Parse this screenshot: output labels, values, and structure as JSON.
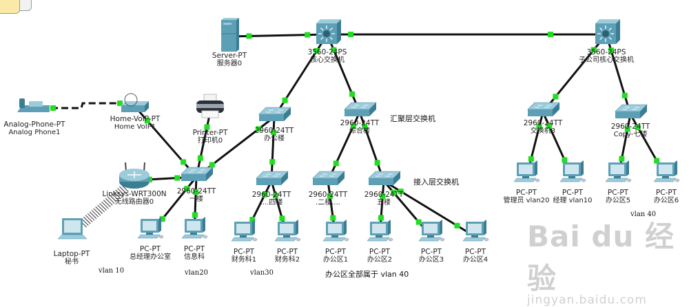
{
  "colors": {
    "link": "#111111",
    "port": "#22dd22",
    "device": "#5d9fb5",
    "device_dark": "#3b7d93",
    "device_light": "#9ccbdb",
    "background": "#ffffff"
  },
  "devices": [
    {
      "id": "server",
      "type": "server",
      "model": "Server-PT",
      "name": "服务器0"
    },
    {
      "id": "core1",
      "type": "multilayer-switch",
      "model": "3560-24PS",
      "name": "核心交换机"
    },
    {
      "id": "core2",
      "type": "multilayer-switch",
      "model": "3560-24PS",
      "name": "子公司核心交换机"
    },
    {
      "id": "phone",
      "type": "analog-phone",
      "model": "Analog-Phone-PT",
      "name": "Analog Phone1"
    },
    {
      "id": "voip",
      "type": "home-voip",
      "model": "Home-VoIP-PT",
      "name": "Home VoIP1"
    },
    {
      "id": "printer",
      "type": "printer",
      "model": "Printer-PT",
      "name": "打印机0"
    },
    {
      "id": "agg_office",
      "type": "switch",
      "model": "2960-24TT",
      "name": "办公楼"
    },
    {
      "id": "agg_complex",
      "type": "switch",
      "model": "2960-24TT",
      "name": "综合楼"
    },
    {
      "id": "agg_sw3",
      "type": "switch",
      "model": "2960-24TT",
      "name": "交换机3"
    },
    {
      "id": "agg_copy7",
      "type": "switch",
      "model": "2960-24TT",
      "name": "Copy-七楼"
    },
    {
      "id": "acc_floor1",
      "type": "switch",
      "model": "2960-24TT",
      "name": "一楼"
    },
    {
      "id": "acc_floor4",
      "type": "switch",
      "model": "2960-24TT",
      "name": "....四楼"
    },
    {
      "id": "acc_floor2",
      "type": "switch",
      "model": "2960-24TT",
      "name": ".二楼...."
    },
    {
      "id": "acc_floor5",
      "type": "switch",
      "model": "2960-24TT",
      "name": "五楼"
    },
    {
      "id": "router",
      "type": "wireless-router",
      "model": "Linksys-WRT300N",
      "name": "无线路由器0"
    },
    {
      "id": "laptop",
      "type": "laptop",
      "model": "Laptop-PT",
      "name": "秘书"
    },
    {
      "id": "pc_gm",
      "type": "pc",
      "model": "PC-PT",
      "name": "总经理办公室"
    },
    {
      "id": "pc_info",
      "type": "pc",
      "model": "PC-PT",
      "name": "信息科"
    },
    {
      "id": "pc_fin1",
      "type": "pc",
      "model": "PC-PT",
      "name": "财务科1"
    },
    {
      "id": "pc_fin2",
      "type": "pc",
      "model": "PC-PT",
      "name": "财务科2"
    },
    {
      "id": "pc_off1",
      "type": "pc",
      "model": "PC-PT",
      "name": "办公区1"
    },
    {
      "id": "pc_off2",
      "type": "pc",
      "model": "PC-PT",
      "name": "办公区2"
    },
    {
      "id": "pc_off3",
      "type": "pc",
      "model": "PC-PT",
      "name": "办公区3"
    },
    {
      "id": "pc_off4",
      "type": "pc",
      "model": "PC-PT",
      "name": "办公区4"
    },
    {
      "id": "pc_admin",
      "type": "pc",
      "model": "PC-PT",
      "name": "管理员 vlan20"
    },
    {
      "id": "pc_mgr",
      "type": "pc",
      "model": "PC-PT",
      "name": "经理 vlan10"
    },
    {
      "id": "pc_off5",
      "type": "pc",
      "model": "PC-PT",
      "name": "办公区5"
    },
    {
      "id": "pc_off6",
      "type": "pc",
      "model": "PC-PT",
      "name": "办公区6"
    }
  ],
  "links": [
    {
      "from": "server",
      "to": "core1",
      "kind": "straight"
    },
    {
      "from": "core1",
      "to": "core2",
      "kind": "straight"
    },
    {
      "from": "core1",
      "to": "agg_office",
      "kind": "straight"
    },
    {
      "from": "core1",
      "to": "agg_complex",
      "kind": "straight"
    },
    {
      "from": "core2",
      "to": "agg_sw3",
      "kind": "straight"
    },
    {
      "from": "core2",
      "to": "agg_copy7",
      "kind": "straight"
    },
    {
      "from": "phone",
      "to": "voip",
      "kind": "phone"
    },
    {
      "from": "voip",
      "to": "acc_floor1",
      "kind": "straight"
    },
    {
      "from": "printer",
      "to": "acc_floor1",
      "kind": "straight"
    },
    {
      "from": "agg_office",
      "to": "acc_floor1",
      "kind": "straight"
    },
    {
      "from": "agg_office",
      "to": "acc_floor4",
      "kind": "straight"
    },
    {
      "from": "agg_complex",
      "to": "acc_floor2",
      "kind": "straight"
    },
    {
      "from": "agg_complex",
      "to": "acc_floor5",
      "kind": "straight"
    },
    {
      "from": "router",
      "to": "acc_floor1",
      "kind": "straight"
    },
    {
      "from": "router",
      "to": "laptop",
      "kind": "wireless"
    },
    {
      "from": "acc_floor1",
      "to": "pc_gm",
      "kind": "straight"
    },
    {
      "from": "acc_floor1",
      "to": "pc_info",
      "kind": "straight"
    },
    {
      "from": "acc_floor4",
      "to": "pc_fin1",
      "kind": "straight"
    },
    {
      "from": "acc_floor4",
      "to": "pc_fin2",
      "kind": "straight"
    },
    {
      "from": "acc_floor2",
      "to": "pc_off1",
      "kind": "straight"
    },
    {
      "from": "acc_floor5",
      "to": "pc_off2",
      "kind": "straight"
    },
    {
      "from": "acc_floor5",
      "to": "pc_off3",
      "kind": "straight"
    },
    {
      "from": "acc_floor5",
      "to": "pc_off4",
      "kind": "straight"
    },
    {
      "from": "agg_sw3",
      "to": "pc_admin",
      "kind": "straight"
    },
    {
      "from": "agg_sw3",
      "to": "pc_mgr",
      "kind": "straight"
    },
    {
      "from": "agg_copy7",
      "to": "pc_off5",
      "kind": "straight"
    },
    {
      "from": "agg_copy7",
      "to": "pc_off6",
      "kind": "straight"
    }
  ],
  "annotations": {
    "aggregation_layer": "汇聚层交换机",
    "access_layer": "接入层交换机",
    "vlan10": "vlan 10",
    "vlan20": "vlan20",
    "vlan30": "vlan30",
    "vlan40_office": "办公区全部属于 vlan 40",
    "vlan40_branch": "vlan 40"
  },
  "watermark": {
    "brand": "Bai du 经验",
    "url": "jingyan.baidu.com"
  }
}
